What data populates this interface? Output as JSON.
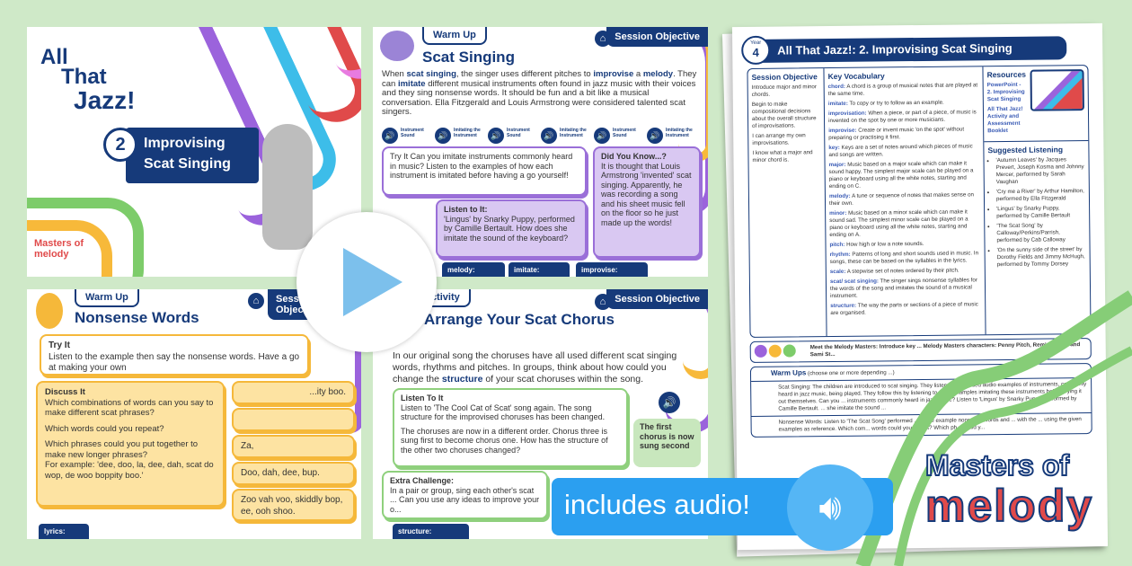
{
  "slide1": {
    "title_lines": [
      "All",
      "That",
      "Jazz!"
    ],
    "number": "2",
    "subtitle_lines": [
      "Improvising",
      "Scat Singing"
    ],
    "logo": "Masters of melody"
  },
  "slide2": {
    "tag": "Warm Up",
    "objective": "Session Objective",
    "title": "Scat Singing",
    "intro": [
      "When ",
      "scat singing",
      ", the singer uses different pitches to ",
      "improvise",
      " a ",
      "melody",
      ". They can ",
      "imitate",
      " different musical instruments often found in jazz music with their voices and they sing nonsense words. It should be fun and a bit like a musical conversation. Ella Fitzgerald and Louis Armstrong were considered talented scat singers."
    ],
    "try_text": "Try It Can you imitate instruments commonly heard in music? Listen to the examples of how each instrument is imitated before having a go yourself!",
    "badges": [
      "Instrument Sound",
      "Imitating the Instrument",
      "Instrument Sound",
      "Imitating the Instrument",
      "Instrument Sound",
      "Imitating the Instrument"
    ],
    "listen_title": "Listen to It:",
    "listen_text": "'Lingus' by Snarky Puppy, performed by Camille Bertault. How does she imitate the sound of the keyboard?",
    "dyk_title": "Did You Know...?",
    "dyk_text": "It is thought that Louis Armstrong 'invented' scat singing. Apparently, he was recording a song and his sheet music fell on the floor so he just made up the words!",
    "vocab": [
      "melody:",
      "imitate:",
      "improvise:"
    ]
  },
  "slide3": {
    "tag": "Warm Up",
    "objective": "Session Objective",
    "title": "Nonsense Words",
    "try_title": "Try It",
    "try_text": "Listen to the example then say the nonsense words. Have a go at making your own",
    "discuss_title": "Discuss It",
    "discuss_lines": [
      "Which combinations of words can you say to make different scat phrases?",
      "Which words could you repeat?",
      "Which phrases could you put together to make new longer phrases?",
      "For example: 'dee, doo, la, dee, dah, scat do wop, de woo boppity boo.'"
    ],
    "phrases": [
      "...ity boo.",
      "Za,",
      "Doo, dah, dee, bup.",
      "Zoo vah voo, skiddly bop, ee, ooh shoo."
    ],
    "vocab": "lyrics:"
  },
  "slide4": {
    "tag": "Activity",
    "objective": "Session Objective",
    "title": "Arrange Your Scat Chorus",
    "intro_pre": "In our original song the choruses have all used different scat singing words, rhythms and pitches. In groups, think about how could you change the ",
    "intro_key": "structure",
    "intro_post": " of your scat choruses within the song.",
    "listen_title": "Listen To It",
    "listen_text1": "Listen to 'The Cool Cat of Scat' song again. The song structure for the improvised choruses has been changed.",
    "listen_text2": "The choruses are now in a different order. Chorus three is sung first to become chorus one. How has the structure of the other two choruses changed?",
    "extra_title": "Extra Challenge:",
    "extra_text": "In a pair or group, sing each other's scat ... Can you use any ideas to improve your o...",
    "note": "The first chorus is now sung second",
    "vocab": "structure:"
  },
  "doc": {
    "year_label": "Year",
    "year": "4",
    "title": "All That Jazz!: 2. Improvising Scat Singing",
    "objective_title": "Session Objective",
    "objective": [
      "Introduce major and minor chords.",
      "Begin to make compositional decisions about the overall structure of improvisations.",
      "I can arrange my own improvisations.",
      "I know what a major and minor chord is."
    ],
    "vocab_title": "Key Vocabulary",
    "vocab": [
      [
        "chord:",
        "A chord is a group of musical notes that are played at the same time."
      ],
      [
        "imitate:",
        "To copy or try to follow as an example."
      ],
      [
        "improvisation:",
        "When a piece, or part of a piece, of music is invented on the spot by one or more musicians."
      ],
      [
        "improvise:",
        "Create or invent music 'on the spot' without preparing or practising it first."
      ],
      [
        "key:",
        "Keys are a set of notes around which pieces of music and songs are written."
      ],
      [
        "major:",
        "Music based on a major scale which can make it sound happy. The simplest major scale can be played on a piano or keyboard using all the white notes, starting and ending on C."
      ],
      [
        "melody:",
        "A tune or sequence of notes that makes sense on their own."
      ],
      [
        "minor:",
        "Music based on a minor scale which can make it sound sad. The simplest minor scale can be played on a piano or keyboard using all the white notes, starting and ending on A."
      ],
      [
        "pitch:",
        "How high or low a note sounds."
      ],
      [
        "rhythm:",
        "Patterns of long and short sounds used in music. In songs, these can be based on the syllables in the lyrics."
      ],
      [
        "scale:",
        "A stepwise set of notes ordered by their pitch."
      ],
      [
        "scat/ scat singing:",
        "The singer sings nonsense syllables for the words of the song and imitates the sound of a musical instrument."
      ],
      [
        "structure:",
        "The way the parts or sections of a piece of music are organised."
      ]
    ],
    "resources_title": "Resources",
    "resources": [
      "PowerPoint - 2. Improvising Scat Singing",
      "All That Jazz! Activity and Assessment Booklet"
    ],
    "listening_title": "Suggested Listening",
    "listening": [
      "'Autumn Leaves' by Jacques Prevert, Joseph Kosma and Johnny Mercer, performed by Sarah Vaughan",
      "'Cry me a River' by Arthur Hamilton, performed by Ella Fitzgerald",
      "'Lingus' by Snarky Puppy, performed by Camille Bertault",
      "'The Scat Song' by Calloway/Perkins/Parrish, performed by Cab Calloway",
      "'On the sunny side of the street' by Dorothy Fields and Jimmy McHugh, performed by Tommy Dorsey"
    ],
    "meet": "Meet the Melody Masters: Introduce key ... Melody Masters characters: Penny Pitch, Remi Rhythm and Sami St...",
    "warmups_title": "Warm Ups",
    "warmups_note": "(choose one or more depending ...)",
    "warmup1": "Scat Singing: The children are introduced to scat singing. They listen to embedded audio examples of instruments, commonly heard in jazz music, being played. They follow this by listening to vocal examples imitating these instruments before trying it out themselves. Can you ... instruments commonly heard in jazz music? Listen to 'Lingus' by Snarky Puppy, performed by Camille Bertault. ... she imitate the sound ...",
    "warmup2": "Nonsense Words: Listen to 'The Scat Song' performed ... to the example nonsense words and ... with the ... using the given examples as reference. Which com... words could you repeat? Which ph... could y..."
  },
  "banner": {
    "text": "includes audio!"
  },
  "logo": {
    "line1": "Masters of",
    "line2": "melody"
  },
  "colors": {
    "navy": "#163a7a",
    "banner": "#2b9ff0",
    "background": "#cfe9c8"
  }
}
